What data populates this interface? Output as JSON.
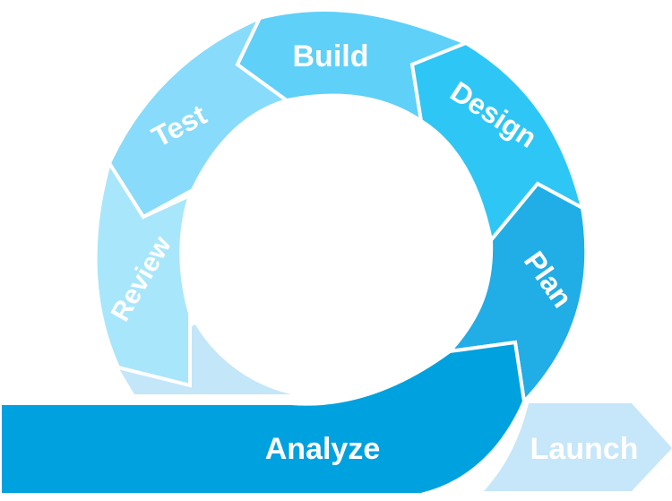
{
  "stages": [
    {
      "id": "build",
      "label": "Build",
      "color": "#5FD0F8"
    },
    {
      "id": "design",
      "label": "Design",
      "color": "#2EC7F5"
    },
    {
      "id": "plan",
      "label": "Plan",
      "color": "#21ADE6"
    },
    {
      "id": "analyze",
      "label": "Analyze",
      "color": "#00A1DF"
    },
    {
      "id": "launch",
      "label": "Launch",
      "color": "#C6E6F9"
    },
    {
      "id": "review",
      "label": "Review",
      "color": "#A8E6FB"
    },
    {
      "id": "test",
      "label": "Test",
      "color": "#88DBFA"
    }
  ],
  "colors": {
    "outline": "#ffffff",
    "review_tail": "#C3E6F9",
    "background": "#ffffff"
  }
}
